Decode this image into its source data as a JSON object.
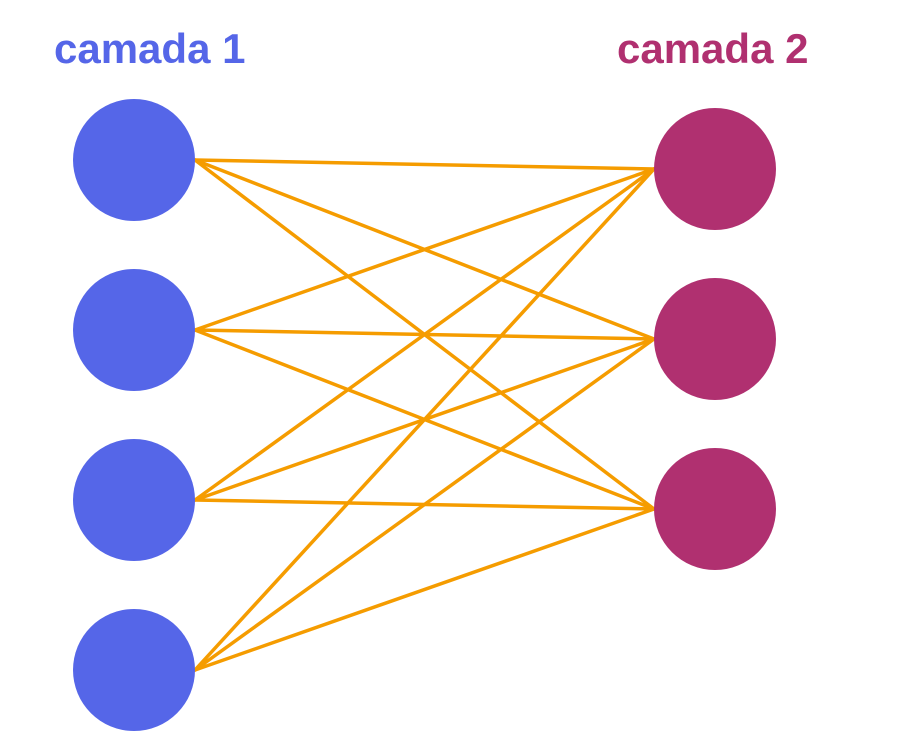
{
  "layers": [
    {
      "label": "camada 1",
      "color": "#5566e8",
      "node_count": 4
    },
    {
      "label": "camada 2",
      "color": "#b03070",
      "node_count": 3
    }
  ],
  "edge_color": "#f59c00",
  "connectivity": "fully-connected"
}
